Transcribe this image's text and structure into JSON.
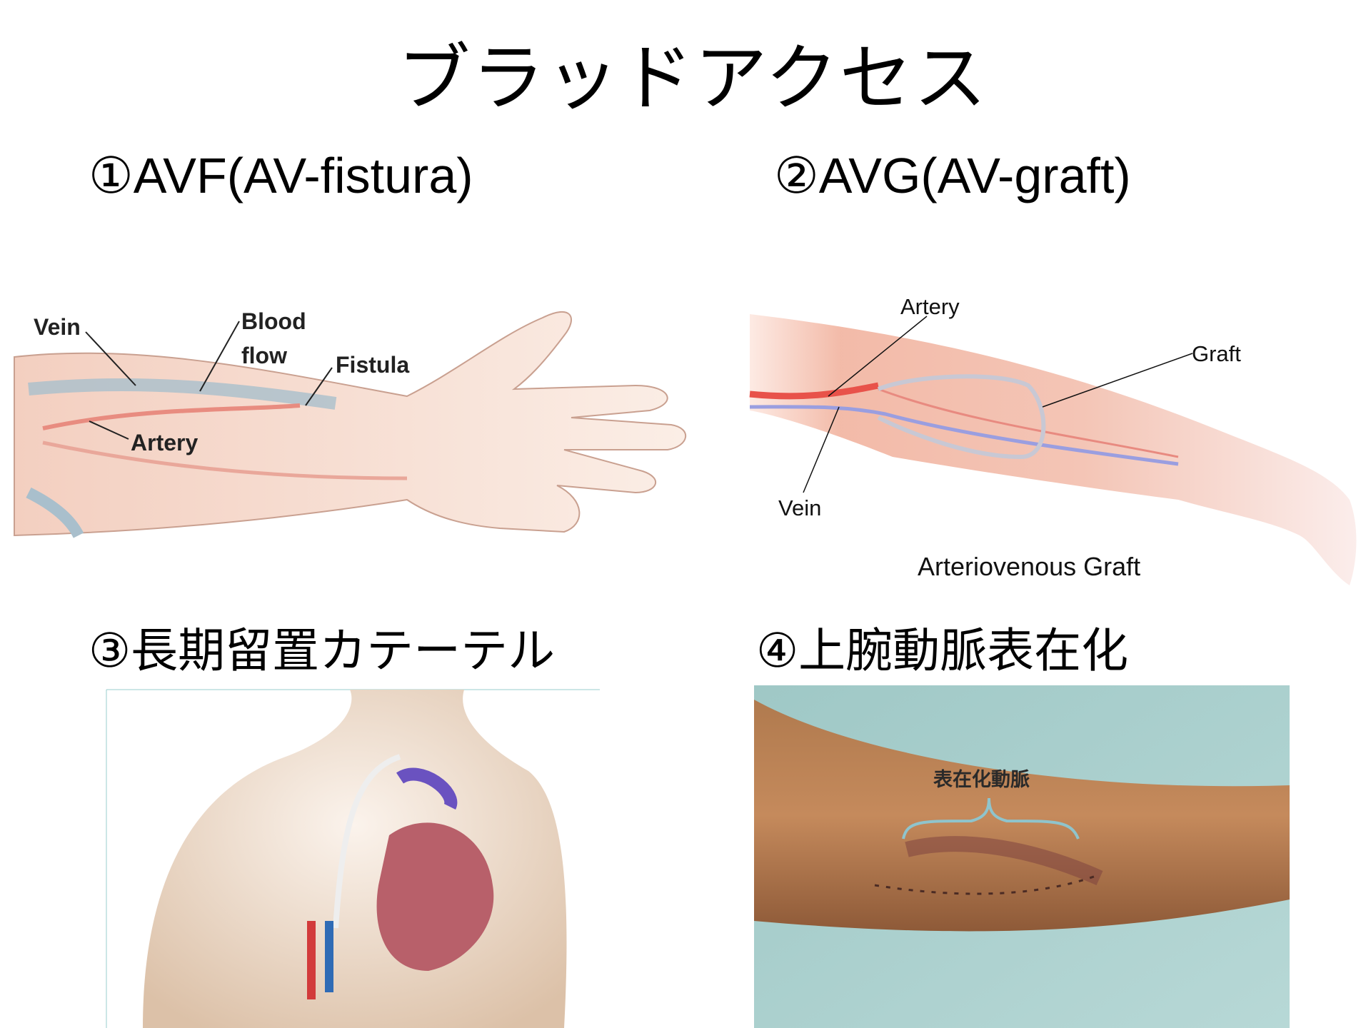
{
  "slide": {
    "title": "ブラッドアクセス",
    "sections": [
      {
        "heading": "①AVF(AV-fistura)",
        "labels": {
          "vein": "Vein",
          "blood": "Blood",
          "flow": "flow",
          "fistula": "Fistula",
          "artery": "Artery"
        }
      },
      {
        "heading": "②AVG(AV-graft)",
        "labels": {
          "artery": "Artery",
          "graft": "Graft",
          "vein": "Vein",
          "caption": "Arteriovenous Graft"
        }
      },
      {
        "heading": "③長期留置カテーテル"
      },
      {
        "heading": "④上腕動脈表在化",
        "labels": {
          "photo": "表在化動脈"
        }
      }
    ]
  }
}
